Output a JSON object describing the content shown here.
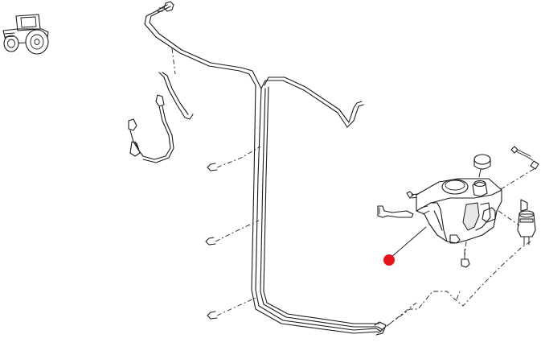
{
  "diagram": {
    "icons": {
      "tractor": "tractor-icon"
    },
    "parts": [
      {
        "name": "washer-reservoir"
      },
      {
        "name": "reservoir-cap"
      },
      {
        "name": "washer-pump"
      },
      {
        "name": "washer-hose"
      },
      {
        "name": "washer-nozzle"
      },
      {
        "name": "hose-clip-upper"
      },
      {
        "name": "hose-clip-middle"
      },
      {
        "name": "hose-clip-lower"
      },
      {
        "name": "mounting-screw-top"
      },
      {
        "name": "mounting-screw-left"
      },
      {
        "name": "mounting-screw-bottom"
      },
      {
        "name": "mounting-bracket"
      }
    ],
    "highlight": {
      "part": "washer-reservoir",
      "color": "#e8141c"
    }
  }
}
